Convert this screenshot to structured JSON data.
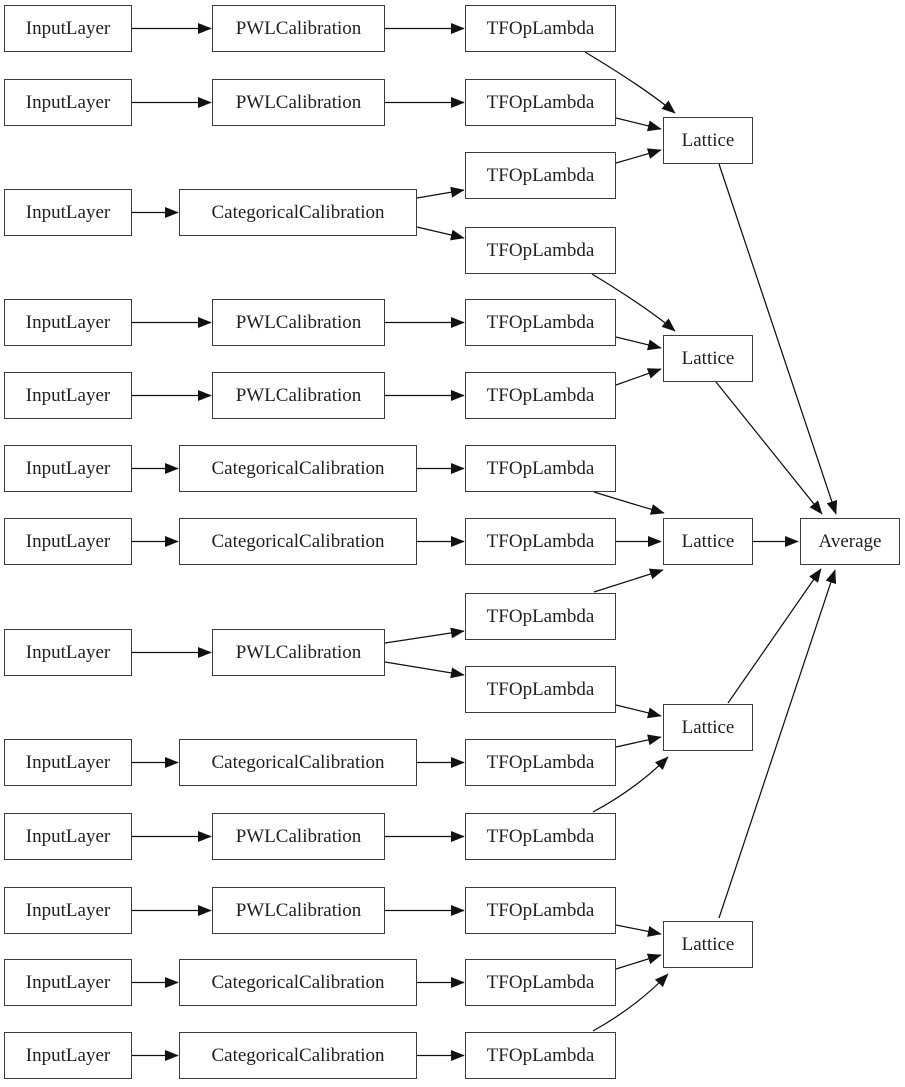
{
  "diagram": {
    "kind": "model-architecture-graph",
    "labels": {
      "input_layer": "InputLayer",
      "pwl_calibration": "PWLCalibration",
      "categorical_calibration": "CategoricalCalibration",
      "tf_op_lambda": "TFOpLambda",
      "lattice": "Lattice",
      "average": "Average"
    },
    "node_counts": {
      "InputLayer": 13,
      "PWLCalibration": 7,
      "CategoricalCalibration": 6,
      "TFOpLambda": 15,
      "Lattice": 5,
      "Average": 1
    },
    "colors": {
      "background": "#ffffff",
      "node_border": "#3c3c3c",
      "edge": "#111111",
      "text": "#1f1f1f"
    }
  }
}
